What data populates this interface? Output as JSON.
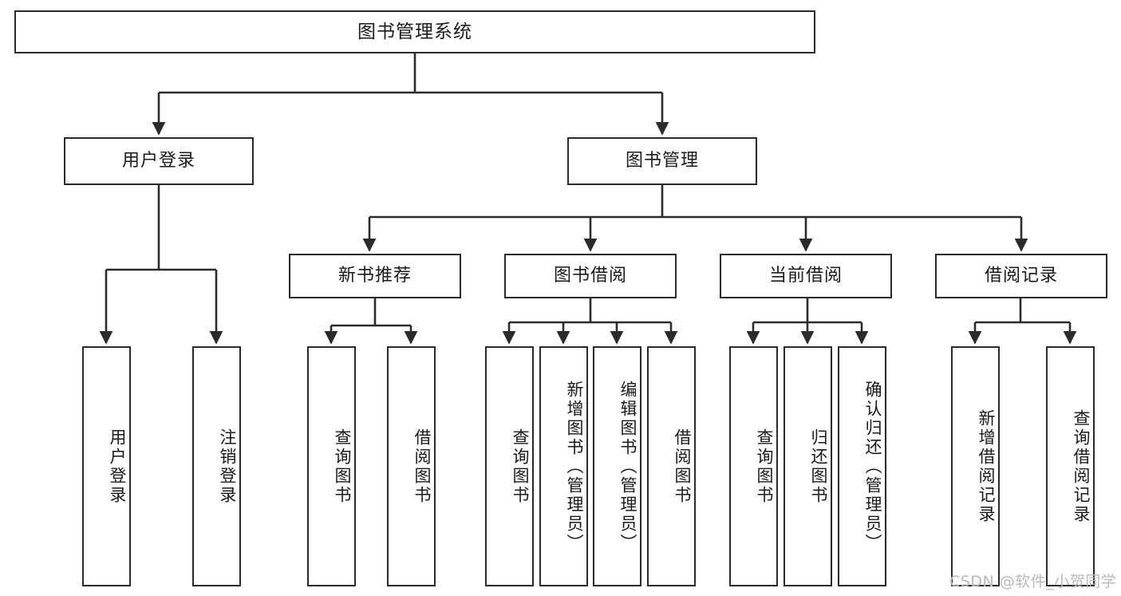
{
  "diagram": {
    "title": "图书管理系统",
    "type": "功能结构图",
    "watermark": "CSDN @软件_小贺同学",
    "colors": {
      "stroke": "#2b2b2b",
      "fill": "#ffffff",
      "text": "#1a1a1a",
      "watermark": "#b9b9b9"
    }
  },
  "nodes": {
    "root": {
      "label": "图书管理系统"
    },
    "level2": [
      {
        "id": "user-login",
        "label": "用户登录"
      },
      {
        "id": "book-manage",
        "label": "图书管理"
      }
    ],
    "level3": [
      {
        "id": "new-book-recommend",
        "label": "新书推荐"
      },
      {
        "id": "book-borrow",
        "label": "图书借阅"
      },
      {
        "id": "current-borrow",
        "label": "当前借阅"
      },
      {
        "id": "borrow-record",
        "label": "借阅记录"
      }
    ],
    "leaves": {
      "user-login": [
        {
          "id": "leaf-user-login",
          "label": "用户登录"
        },
        {
          "id": "leaf-logout-login",
          "label": "注销登录"
        }
      ],
      "new-book-recommend": [
        {
          "id": "leaf-query-book-1",
          "label": "查询图书"
        },
        {
          "id": "leaf-borrow-book-1",
          "label": "借阅图书"
        }
      ],
      "book-borrow": [
        {
          "id": "leaf-query-book-2",
          "label": "查询图书"
        },
        {
          "id": "leaf-add-book",
          "label": "新增图书（管理员）"
        },
        {
          "id": "leaf-edit-book",
          "label": "编辑图书（管理员）"
        },
        {
          "id": "leaf-borrow-book-2",
          "label": "借阅图书"
        }
      ],
      "current-borrow": [
        {
          "id": "leaf-query-book-3",
          "label": "查询图书"
        },
        {
          "id": "leaf-return-book",
          "label": "归还图书"
        },
        {
          "id": "leaf-confirm-return",
          "label": "确认归还（管理员）"
        }
      ],
      "borrow-record": [
        {
          "id": "leaf-add-record",
          "label": "新增借阅记录"
        },
        {
          "id": "leaf-query-record",
          "label": "查询借阅记录"
        }
      ]
    }
  }
}
